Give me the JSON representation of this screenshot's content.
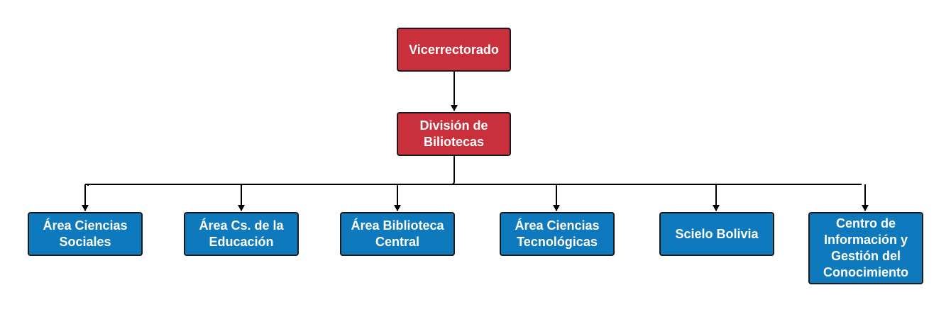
{
  "colors": {
    "top_nodes": "#c9303b",
    "bottom_nodes": "#0f79bd",
    "text": "#ffffff",
    "border": "#1a1a1a",
    "connector": "#000000"
  },
  "diagram": {
    "root": {
      "label": "Vicerrectorado"
    },
    "division": {
      "label": "División de\nBiliotecas"
    },
    "areas": [
      {
        "label": "Área Ciencias\nSociales"
      },
      {
        "label": "Área Cs. de la\nEducación"
      },
      {
        "label": "Área Biblioteca\nCentral"
      },
      {
        "label": "Área Ciencias\nTecnológicas"
      },
      {
        "label": "Scielo Bolivia"
      },
      {
        "label": "Centro de\nInformación y\nGestión del\nConocimiento"
      }
    ],
    "edges": [
      {
        "from": "Vicerrectorado",
        "to": "División de Biliotecas"
      },
      {
        "from": "División de Biliotecas",
        "to": "Área Ciencias Sociales"
      },
      {
        "from": "División de Biliotecas",
        "to": "Área Cs. de la Educación"
      },
      {
        "from": "División de Biliotecas",
        "to": "Área Biblioteca Central"
      },
      {
        "from": "División de Biliotecas",
        "to": "Área Ciencias Tecnológicas"
      },
      {
        "from": "División de Biliotecas",
        "to": "Scielo Bolivia"
      },
      {
        "from": "División de Biliotecas",
        "to": "Centro de Información y Gestión del Conocimiento"
      }
    ]
  }
}
